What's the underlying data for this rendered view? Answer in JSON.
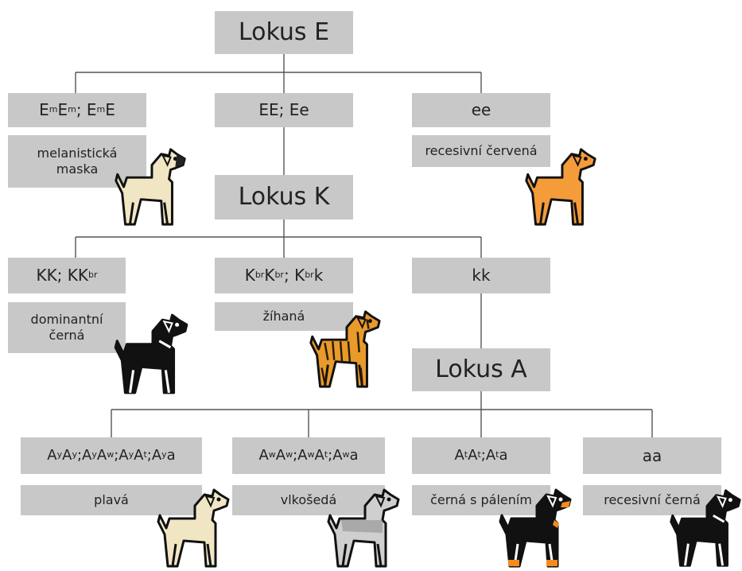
{
  "colors": {
    "box_fill": "#c8c8c8",
    "line": "#555555",
    "dog_cream": "#f1e6c4",
    "dog_orange": "#f59c3a",
    "dog_black": "#111111",
    "dog_gray": "#cfcfcf",
    "dog_tan": "#f58a1f"
  },
  "loci": {
    "e": {
      "title": "Lokus E",
      "children": [
        {
          "genotype": [
            "E",
            "m",
            "E",
            "m",
            "; E",
            "m",
            "E"
          ],
          "phenotype": "melanistická maska",
          "dog_icon": "dog-cream-mask-icon"
        },
        {
          "genotype": "EE; Ee"
        },
        {
          "genotype": "ee",
          "phenotype": "recesivní červená",
          "dog_icon": "dog-orange-icon"
        }
      ]
    },
    "k": {
      "title": "Lokus K",
      "children": [
        {
          "genotype": [
            "KK; KK",
            "br"
          ],
          "phenotype": "dominantní černá",
          "dog_icon": "dog-black-icon"
        },
        {
          "genotype": [
            "K",
            "br",
            "K",
            "br",
            "; K",
            "br",
            "k"
          ],
          "phenotype": "žíhaná",
          "dog_icon": "dog-brindle-icon"
        },
        {
          "genotype": "kk"
        }
      ]
    },
    "a": {
      "title": "Lokus A",
      "children": [
        {
          "genotype": [
            "A",
            "y",
            "A",
            "y",
            ";A",
            "y",
            "A",
            "w",
            ";A",
            "y",
            "A",
            "t",
            ";A",
            "y",
            "a"
          ],
          "phenotype": "plavá",
          "dog_icon": "dog-fawn-icon"
        },
        {
          "genotype": [
            "A",
            "w",
            "A",
            "w",
            ";A",
            "w",
            "A",
            "t",
            ";A",
            "w",
            "a"
          ],
          "phenotype": "vlkošedá",
          "dog_icon": "dog-sable-icon"
        },
        {
          "genotype": [
            "A",
            "t",
            "A",
            "t",
            ";A",
            "t",
            "a"
          ],
          "phenotype": "černá s pálením",
          "dog_icon": "dog-black-tan-icon"
        },
        {
          "genotype": "aa",
          "phenotype": "recesivní černá",
          "dog_icon": "dog-recessive-black-icon"
        }
      ]
    }
  },
  "labels": {
    "melanistic_line1": "melanistická",
    "melanistic_line2": "maska",
    "dominant_line1": "dominantní",
    "dominant_line2": "černá"
  }
}
